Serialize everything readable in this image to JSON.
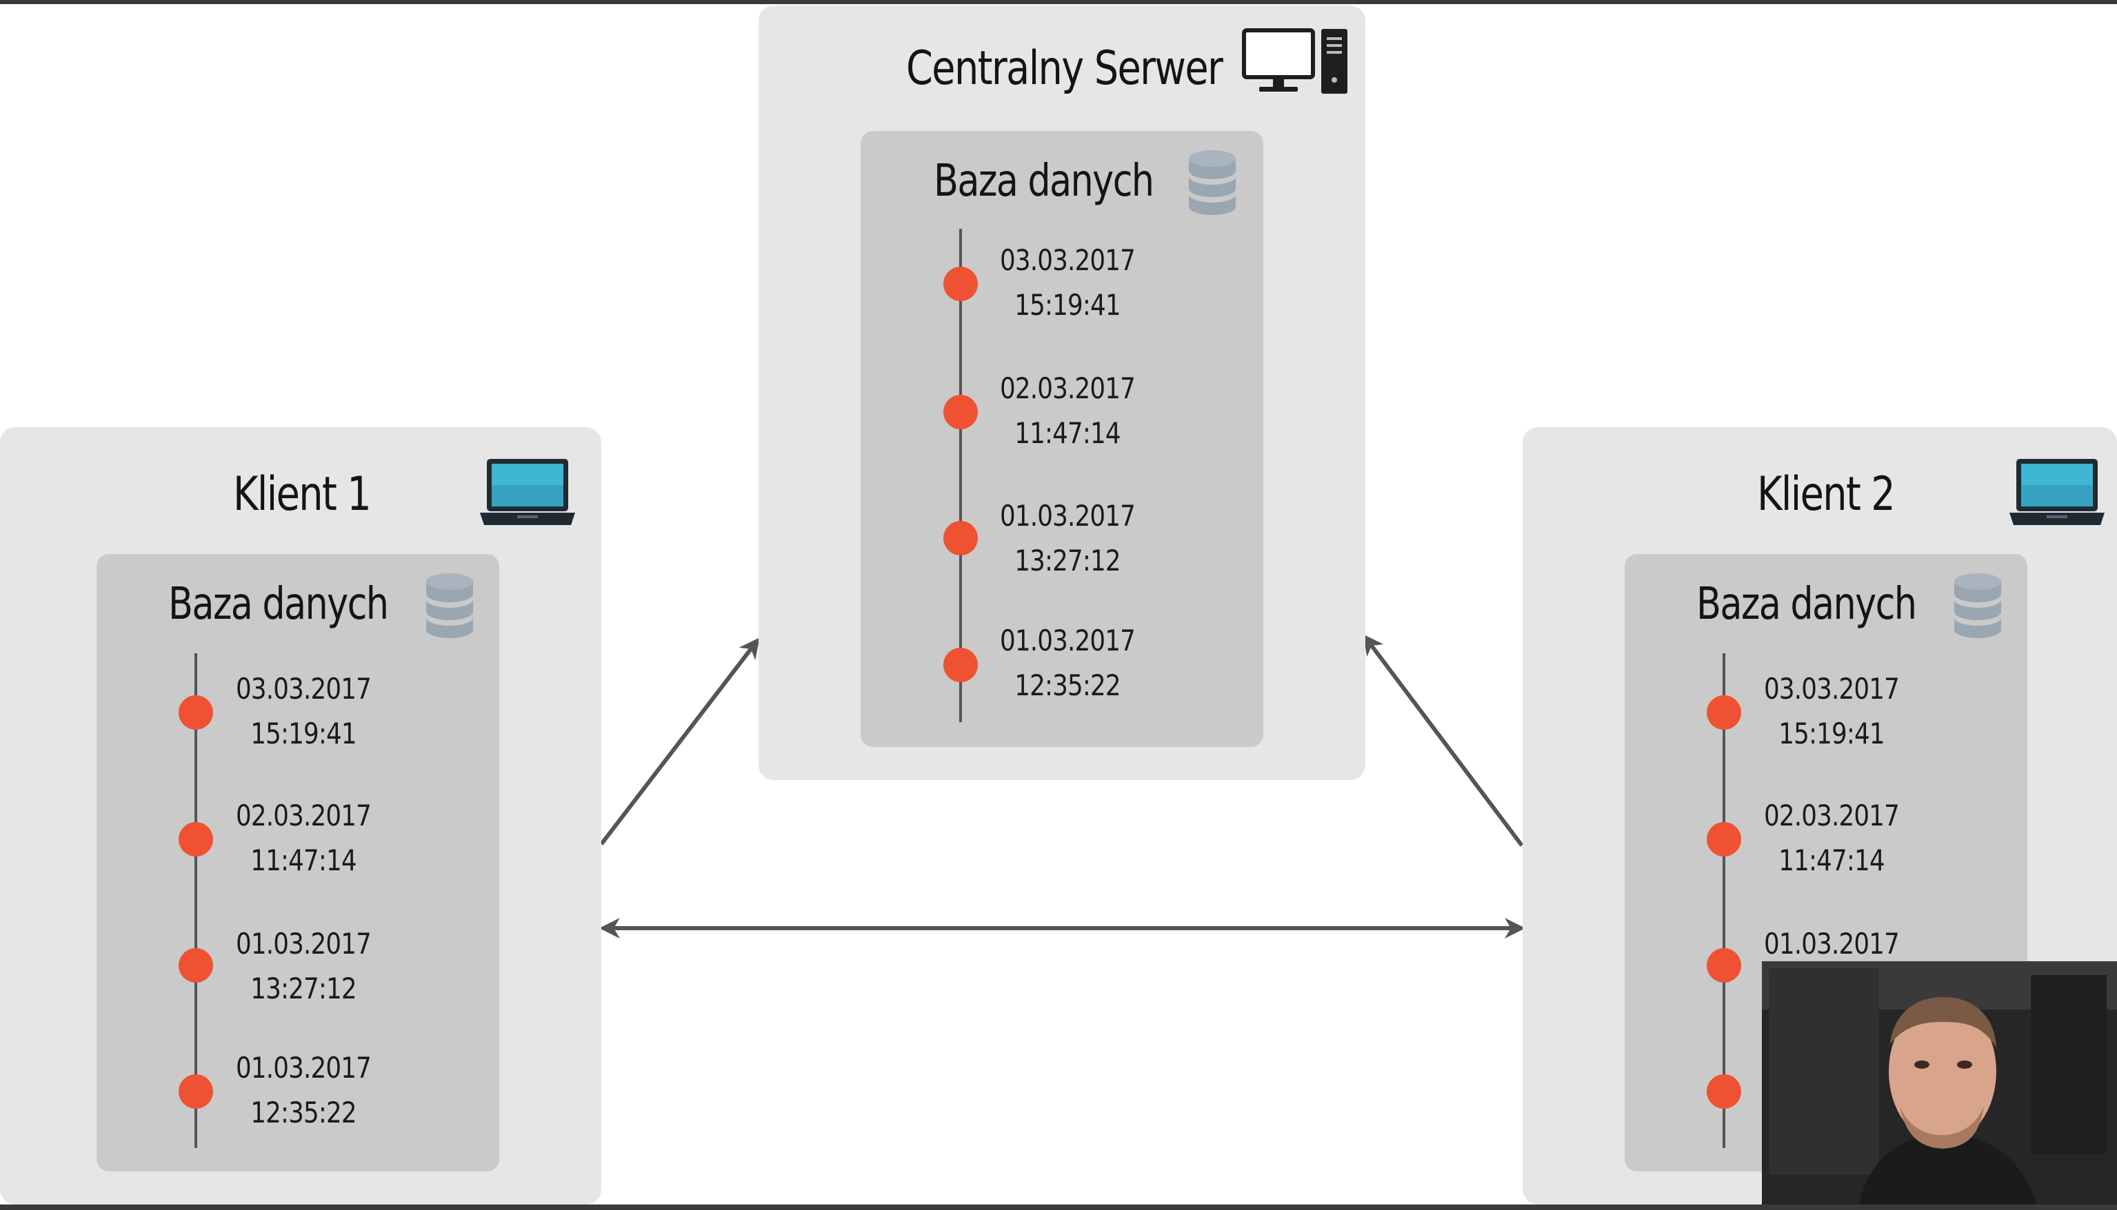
{
  "server": {
    "title": "Centralny Serwer",
    "icon": "desktop-computer-icon",
    "database": {
      "title": "Baza danych",
      "icon": "database-icon",
      "entries": [
        {
          "date": "03.03.2017",
          "time": "15:19:41"
        },
        {
          "date": "02.03.2017",
          "time": "11:47:14"
        },
        {
          "date": "01.03.2017",
          "time": "13:27:12"
        },
        {
          "date": "01.03.2017",
          "time": "12:35:22"
        }
      ]
    }
  },
  "client1": {
    "title": "Klient 1",
    "icon": "laptop-icon",
    "database": {
      "title": "Baza danych",
      "icon": "database-icon",
      "entries": [
        {
          "date": "03.03.2017",
          "time": "15:19:41"
        },
        {
          "date": "02.03.2017",
          "time": "11:47:14"
        },
        {
          "date": "01.03.2017",
          "time": "13:27:12"
        },
        {
          "date": "01.03.2017",
          "time": "12:35:22"
        }
      ]
    }
  },
  "client2": {
    "title": "Klient 2",
    "icon": "laptop-icon",
    "database": {
      "title": "Baza danych",
      "icon": "database-icon",
      "entries": [
        {
          "date": "03.03.2017",
          "time": "15:19:41"
        },
        {
          "date": "02.03.2017",
          "time": "11:47:14"
        },
        {
          "date": "01.03.2017",
          "time": ""
        },
        {
          "date": "",
          "time": ""
        }
      ]
    }
  },
  "colors": {
    "panel": "#e6e6e6",
    "db_box": "#cacaca",
    "dot": "#ee5233",
    "arrow": "#555555",
    "laptop_screen": "#3fb6d3"
  }
}
